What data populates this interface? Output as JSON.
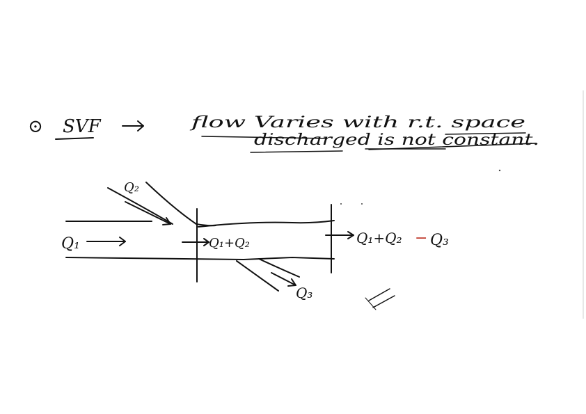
{
  "heading": {
    "bullet": "⊙",
    "term": "SVF",
    "line1": "flow Varies with r.t. space",
    "line2": "discharged is not constant."
  },
  "diagram": {
    "inflow_main": "Q₁",
    "inflow_side": "Q₂",
    "section1": "Q₁+Q₂",
    "section2": "Q₁+Q₂",
    "section2_op": "−",
    "section2_tail": "Q₃",
    "outflow_side": "Q₃"
  }
}
